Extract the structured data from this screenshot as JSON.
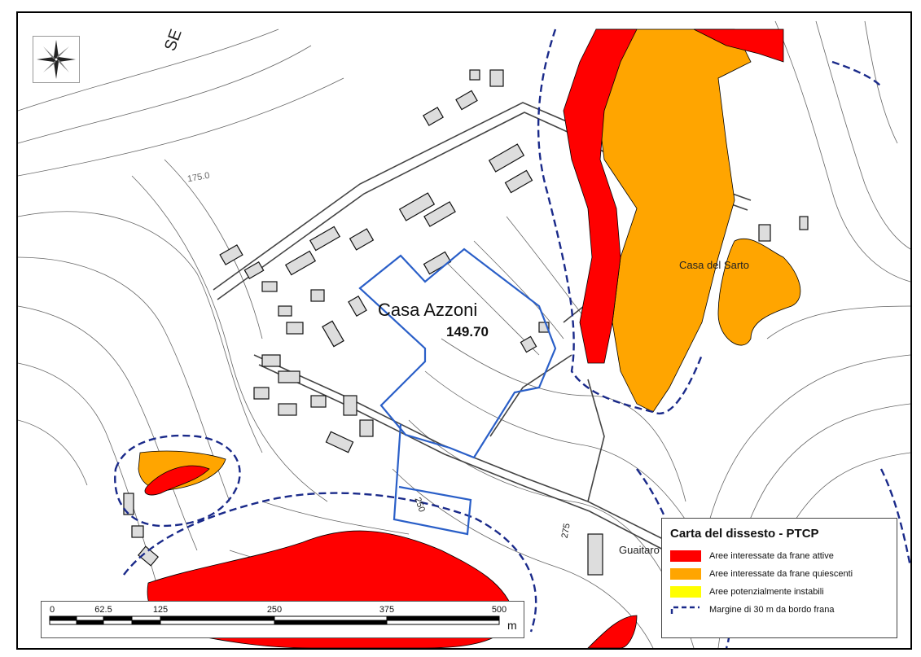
{
  "map": {
    "place_label": "Casa Azzoni",
    "elevation_label": "149.70",
    "other_labels": {
      "casa_del_sarto": "Casa del Sarto",
      "guaitaro": "Guaitaro",
      "contour_250": "250",
      "contour_275": "275",
      "contour_17": "175.0",
      "top_se": "SE"
    }
  },
  "legend": {
    "title": "Carta del dissesto - PTCP",
    "items": [
      {
        "label": "Aree interessate da frane attive",
        "color": "#ff0000",
        "kind": "fill"
      },
      {
        "label": "Aree interessate da frane quiescenti",
        "color": "#ffa500",
        "kind": "fill"
      },
      {
        "label": "Aree potenzialmente instabili",
        "color": "#ffff00",
        "kind": "fill"
      },
      {
        "label": "Margine di 30 m da bordo frana",
        "color": "#1a2a8a",
        "kind": "dash"
      }
    ]
  },
  "scalebar": {
    "ticks": [
      "0",
      "62.5",
      "125",
      "250",
      "375",
      "500"
    ],
    "unit": "m"
  },
  "colors": {
    "active": "#ff0000",
    "quiescent": "#ffa500",
    "margin": "#1a2a8a",
    "site_outline": "#2a5fc8"
  },
  "compass": {
    "icon": "compass-rose-icon"
  }
}
